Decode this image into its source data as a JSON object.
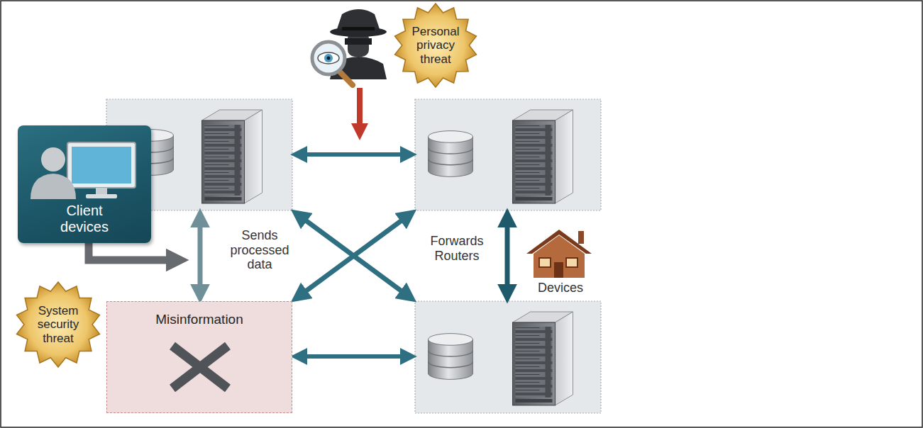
{
  "diagram": {
    "nodes": [
      {
        "text": [
          "Personal privacy threat"
        ]
      },
      {
        "text": [
          "Client devices"
        ]
      },
      {
        "text": [
          "System security threat"
        ]
      },
      {
        "text": [
          "Misinformation"
        ]
      }
    ],
    "labels": [
      "Sends processed data",
      "Forwards Routers",
      "Devices"
    ]
  }
}
